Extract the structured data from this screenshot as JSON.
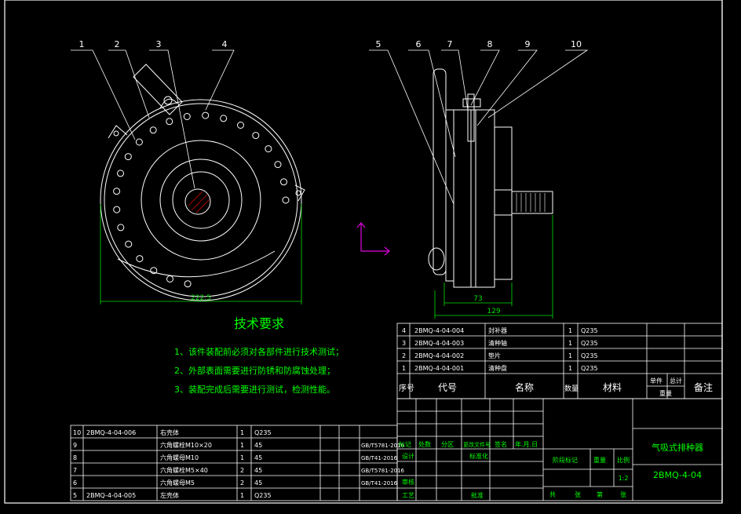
{
  "callouts": [
    "1",
    "2",
    "3",
    "4",
    "5",
    "6",
    "7",
    "8",
    "9",
    "10"
  ],
  "dims": {
    "front_width": "222.5",
    "side_inner": "73",
    "side_outer": "129"
  },
  "tech": {
    "title": "技术要求",
    "items": [
      "1、该件装配前必须对各部件进行技术测试；",
      "2、外部表面需要进行防锈和防腐蚀处理；",
      "3、装配完成后需要进行测试，检测性能。"
    ]
  },
  "bom_upper": [
    {
      "no": "4",
      "code": "2BMQ-4-04-004",
      "name": "封补器",
      "qty": "1",
      "mat": "Q235"
    },
    {
      "no": "3",
      "code": "2BMQ-4-04-003",
      "name": "清种轴",
      "qty": "1",
      "mat": "Q235"
    },
    {
      "no": "2",
      "code": "2BMQ-4-04-002",
      "name": "垫片",
      "qty": "1",
      "mat": "Q235"
    },
    {
      "no": "1",
      "code": "2BMQ-4-04-001",
      "name": "清种盘",
      "qty": "1",
      "mat": "Q235"
    }
  ],
  "bom_header": {
    "no": "序号",
    "code": "代号",
    "name": "名称",
    "qty": "数量",
    "mat": "材料",
    "unit": "单件",
    "total": "总计",
    "weight": "重量",
    "note": "备注"
  },
  "bom_lower": [
    {
      "no": "10",
      "code": "2BMQ-4-04-006",
      "name": "右壳体",
      "qty": "1",
      "mat": "Q235",
      "std": "GB/T5781-2016"
    },
    {
      "no": "9",
      "code": "",
      "name": "六角螺栓M10×20",
      "qty": "1",
      "mat": "45",
      "std": "GB/T41-2016"
    },
    {
      "no": "8",
      "code": "",
      "name": "六角螺母M10",
      "qty": "1",
      "mat": "45",
      "std": "GB/T5781-2016"
    },
    {
      "no": "7",
      "code": "",
      "name": "六角螺栓M5×40",
      "qty": "2",
      "mat": "45",
      "std": "GB/T41-2016"
    },
    {
      "no": "6",
      "code": "",
      "name": "六角螺母M5",
      "qty": "2",
      "mat": "45",
      "std": ""
    },
    {
      "no": "5",
      "code": "2BMQ-4-04-005",
      "name": "左壳体",
      "qty": "1",
      "mat": "Q235",
      "std": ""
    }
  ],
  "title_block": {
    "mark": "标记",
    "count": "处数",
    "zone": "分区",
    "docno": "更改文件号",
    "sign": "签名",
    "date": "年.月.日",
    "design": "设计",
    "standard": "标准化",
    "review": "审核",
    "process": "工艺",
    "approve": "批准",
    "stage": "阶段标记",
    "weight": "重量",
    "ratio": "比例",
    "ratio_val": "1:2",
    "sheet_total": "共",
    "sheet_unit": "张",
    "sheet_no": "第",
    "sheet_unit2": "张",
    "drawing_name": "气吸式排种器",
    "drawing_no": "2BMQ-4-04"
  },
  "colors": {
    "line": "#ffffff",
    "text_cn": "#00ff00",
    "leader": "#ffffff",
    "ucs": "#e000e0"
  }
}
